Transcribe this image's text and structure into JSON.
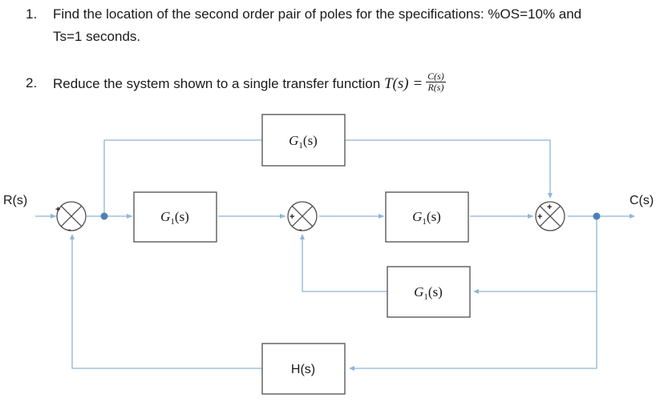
{
  "questions": [
    {
      "number": "1.",
      "line1": "Find the location of the second order pair of poles for the specifications: %OS=10% and",
      "line2": "Ts=1 seconds."
    },
    {
      "number": "2.",
      "text": "Reduce the system shown to a single transfer function",
      "math_lhs": "T(s) =",
      "frac_num": "C(s)",
      "frac_den": "R(s)"
    }
  ],
  "diagram": {
    "input_label": "R(s)",
    "output_label": "C(s)",
    "blocks": {
      "top_feedforward": {
        "base": "G",
        "sub": "1",
        "tail": "(s)"
      },
      "forward_1": {
        "base": "G",
        "sub": "1",
        "tail": "(s)"
      },
      "forward_2": {
        "base": "G",
        "sub": "1",
        "tail": "(s)"
      },
      "inner_feedback": {
        "base": "G",
        "sub": "1",
        "tail": "(s)"
      },
      "outer_feedback": {
        "label": "H(s)"
      }
    },
    "signs": {
      "sum1_left": "+",
      "sum1_bottom": "-",
      "sum2_left": "+",
      "sum2_bottom": "-",
      "sum3_left": "+",
      "sum3_top": "+"
    },
    "colors": {
      "signal_line": "#8fb4d6",
      "block_border": "#4d4d4d",
      "pickoff_dot": "#4d7fb5"
    }
  }
}
